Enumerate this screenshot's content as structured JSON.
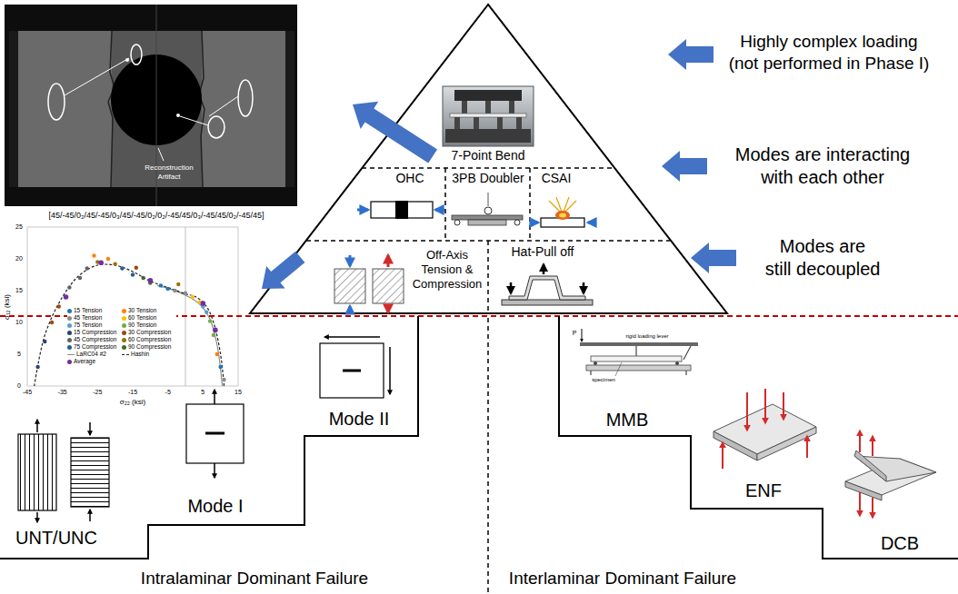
{
  "diagram": {
    "nodes": [
      {
        "text": [
          "7-Point Bend"
        ]
      },
      {
        "text": [
          "OHC"
        ]
      },
      {
        "text": [
          "3PB Doubler"
        ]
      },
      {
        "text": [
          "CSAI"
        ]
      },
      {
        "text": [
          "Off-Axis Tension & Compression"
        ]
      },
      {
        "text": [
          "Hat-Pull off"
        ]
      }
    ],
    "labels": [
      "[45/-45/0₂/45/-45/0₃/45/-45/0₂/0₂/-45/45/0₃/-45/45/0₂/-45/45]",
      "Reconstruction Artifact",
      "σ₂₂ (ksi)",
      "σ₁₂ (ksi)",
      "-45",
      "-35",
      "-25",
      "-15",
      "-5",
      "5",
      "15",
      "0",
      "5",
      "10",
      "15",
      "20",
      "25",
      "Highly complex loading (not performed in Phase I)",
      "Modes are interacting with each other",
      "Modes are still decoupled",
      "UNT/UNC",
      "Mode I",
      "Mode II",
      "MMB",
      "ENF",
      "DCB",
      "Intralaminar Dominant Failure",
      "Interlaminar Dominant Failure",
      "P",
      "rigid loading lever",
      "specimen"
    ],
    "legend": [
      {
        "text": "15 Tension",
        "color": "#1f77b4"
      },
      {
        "text": "30 Tension",
        "color": "#ff7f0e"
      },
      {
        "text": "45 Tension",
        "color": "#8c8c8c"
      },
      {
        "text": "60 Tension",
        "color": "#ffc000"
      },
      {
        "text": "75 Tension",
        "color": "#5b9bd5"
      },
      {
        "text": "90 Tension",
        "color": "#70ad47"
      },
      {
        "text": "15 Compression",
        "color": "#264478"
      },
      {
        "text": "30 Compression",
        "color": "#9e480e"
      },
      {
        "text": "45 Compression",
        "color": "#636363"
      },
      {
        "text": "60 Compression",
        "color": "#997300"
      },
      {
        "text": "75 Compression",
        "color": "#255e91"
      },
      {
        "text": "90 Compression",
        "color": "#43682b"
      },
      {
        "text": "LaRC04 #2"
      },
      {
        "text": "Hashin"
      },
      {
        "text": "Average",
        "color": "#7030a0"
      }
    ]
  }
}
